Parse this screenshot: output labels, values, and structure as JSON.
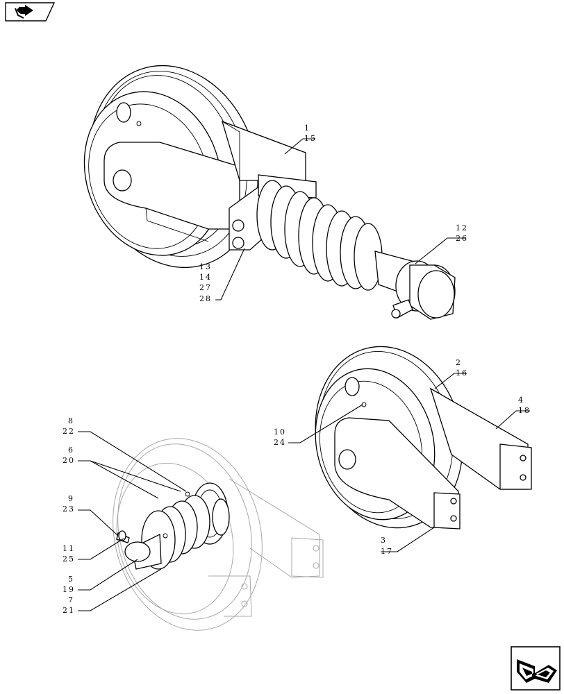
{
  "callouts": {
    "c1": [
      "1",
      "15"
    ],
    "c2": [
      "12",
      "26"
    ],
    "c3": [
      "13",
      "14",
      "27",
      "28"
    ],
    "c4": [
      "2",
      "16"
    ],
    "c5": [
      "4",
      "18"
    ],
    "c6": [
      "10",
      "24"
    ],
    "c7": [
      "3",
      "17"
    ],
    "c8": [
      "8",
      "22"
    ],
    "c9": [
      "6",
      "20"
    ],
    "c10": [
      "9",
      "23"
    ],
    "c11": [
      "11",
      "25"
    ],
    "c12": [
      "5",
      "19"
    ],
    "c13": [
      "7",
      "21"
    ]
  },
  "icons": {
    "top_nav": "book-arrow-icon",
    "bottom_nav": "next-page-arrow-icon"
  }
}
